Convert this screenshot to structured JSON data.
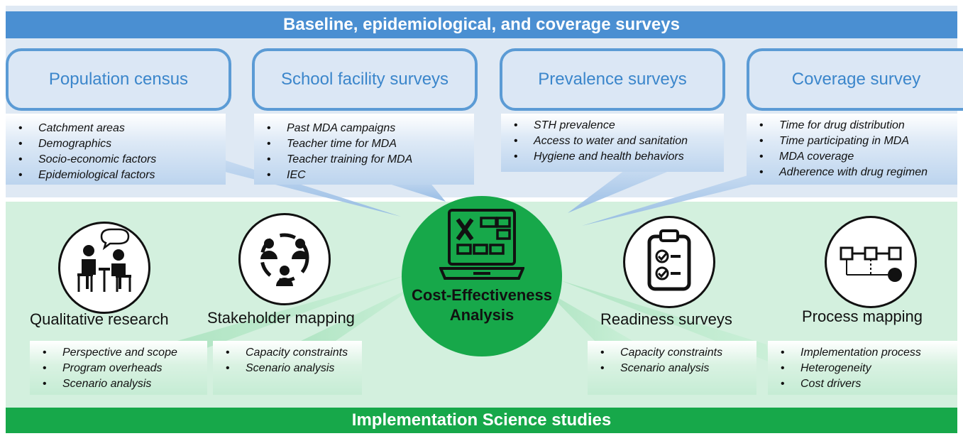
{
  "top_banner": "Baseline, epidemiological, and coverage surveys",
  "bottom_banner": "Implementation Science studies",
  "center": {
    "line1": "Cost-Effectiveness",
    "line2": "Analysis"
  },
  "surveys": [
    {
      "title": "Population census",
      "items": [
        "Catchment areas",
        "Demographics",
        "Socio-economic factors",
        "Epidemiological factors"
      ]
    },
    {
      "title": "School facility surveys",
      "items": [
        "Past MDA campaigns",
        "Teacher time for MDA",
        "Teacher training for MDA",
        "IEC"
      ]
    },
    {
      "title": "Prevalence surveys",
      "items": [
        "STH prevalence",
        "Access to water and sanitation",
        "Hygiene and health behaviors"
      ]
    },
    {
      "title": "Coverage survey",
      "items": [
        "Time for drug distribution",
        "Time participating in MDA",
        "MDA coverage",
        "Adherence with drug regimen"
      ]
    }
  ],
  "methods": [
    {
      "title": "Qualitative research",
      "icon": "interview-icon",
      "items": [
        "Perspective and scope",
        "Program overheads",
        "Scenario analysis"
      ]
    },
    {
      "title": "Stakeholder mapping",
      "icon": "stakeholder-network-icon",
      "items": [
        "Capacity constraints",
        "Scenario analysis"
      ]
    },
    {
      "title": "Readiness surveys",
      "icon": "clipboard-checklist-icon",
      "items": [
        "Capacity constraints",
        "Scenario analysis"
      ]
    },
    {
      "title": "Process mapping",
      "icon": "process-flow-icon",
      "items": [
        "Implementation process",
        "Heterogeneity",
        "Cost drivers"
      ]
    }
  ],
  "colors": {
    "blue_banner": "#4a8fd2",
    "blue_border": "#5b9bd5",
    "blue_text": "#3b86cb",
    "green": "#17a84a",
    "top_bg": "#dfe9f4",
    "bottom_bg": "#d3f0de"
  }
}
